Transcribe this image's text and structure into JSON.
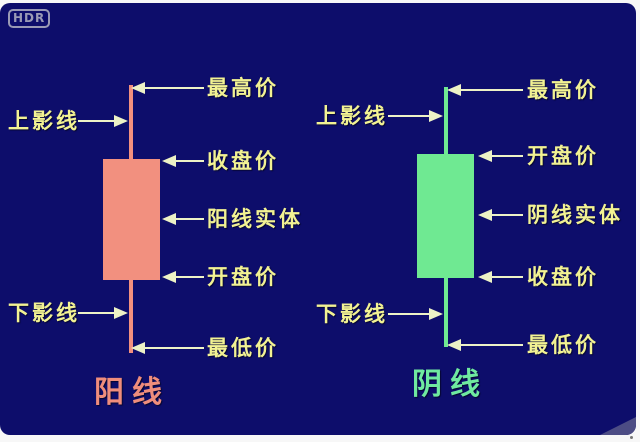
{
  "hdr_badge": "HDR",
  "colors": {
    "frame": "#f7f7f7",
    "background": "#0d0d6b",
    "label_text": "#f2f293",
    "arrow": "#edf2c6",
    "bullish": "#f2907f",
    "bearish": "#6fe992",
    "bullish_caption": "#ef8d7c",
    "bearish_caption": "#6fe9a0",
    "hdr": "#9a9ab5",
    "fold": "#4c4c84"
  },
  "bullish": {
    "caption": "阳线",
    "upper_shadow": "上影线",
    "lower_shadow": "下影线",
    "labels": {
      "highest": "最高价",
      "close": "收盘价",
      "body": "阳线实体",
      "open": "开盘价",
      "lowest": "最低价"
    }
  },
  "bearish": {
    "caption": "阴线",
    "upper_shadow": "上影线",
    "lower_shadow": "下影线",
    "labels": {
      "highest": "最高价",
      "open": "开盘价",
      "body": "阴线实体",
      "close": "收盘价",
      "lowest": "最低价"
    }
  }
}
